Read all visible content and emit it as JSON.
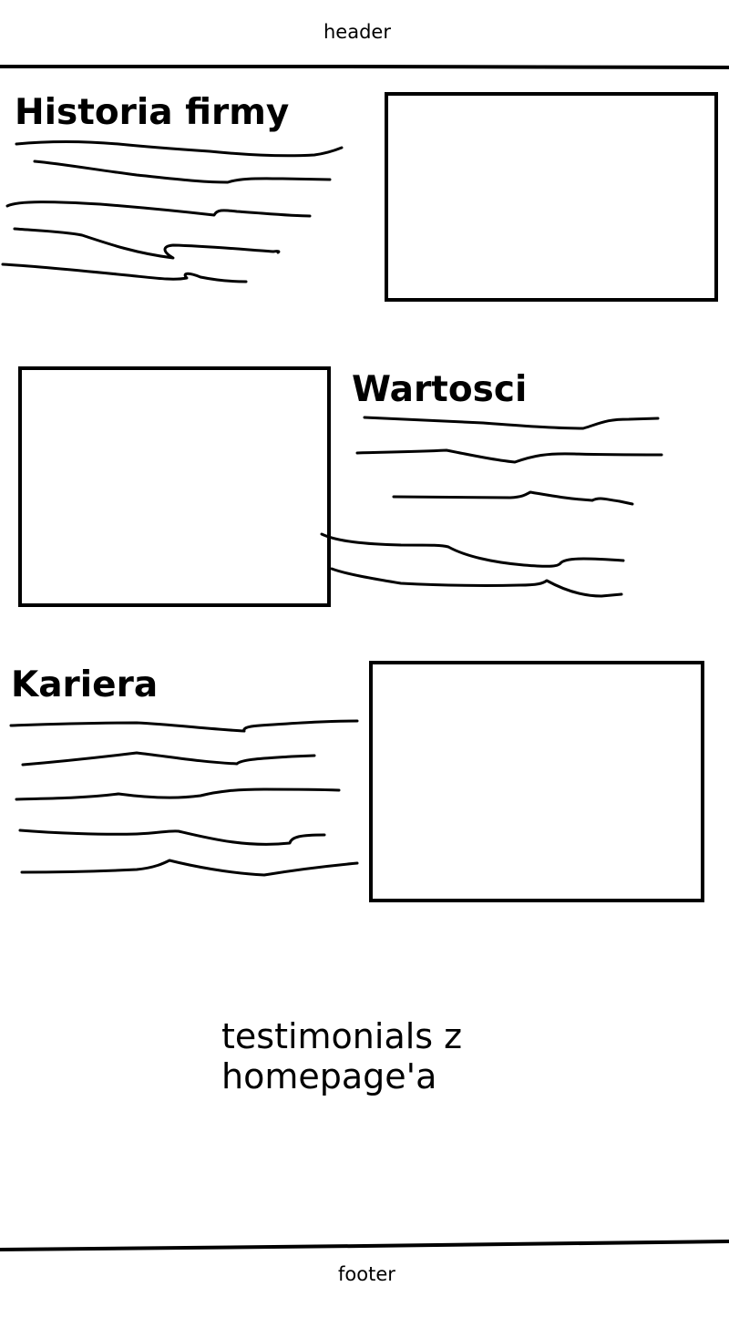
{
  "header": {
    "label": "header"
  },
  "sections": [
    {
      "title": "Historia firmy"
    },
    {
      "title": "Wartosci"
    },
    {
      "title": "Kariera"
    }
  ],
  "testimonials": {
    "note": "testimonials z homepage'a"
  },
  "footer": {
    "label": "footer"
  },
  "colors": {
    "ink": "#000000",
    "paper": "#ffffff"
  }
}
